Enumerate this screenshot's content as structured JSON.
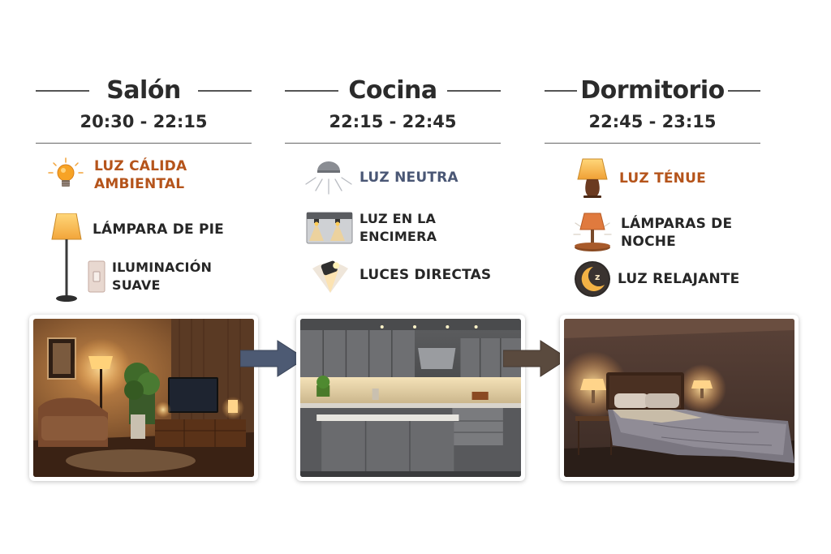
{
  "rooms": [
    {
      "title": "Salón",
      "time": "20:30 - 22:15",
      "items": [
        {
          "label": "LUZ CÁLIDA AMBIENTAL",
          "color": "#b5541b",
          "icon": "bulb-icon"
        },
        {
          "label": "LÁMPARA DE PIE",
          "color": "#262626",
          "icon": "floor-lamp-icon"
        },
        {
          "label": "ILUMINACIÓN SUAVE",
          "color": "#262626",
          "icon": "dimmer-switch-icon"
        }
      ],
      "image": "living-room-image"
    },
    {
      "title": "Cocina",
      "time": "22:15 - 22:45",
      "items": [
        {
          "label": "LUZ NEUTRA",
          "color": "#4a5775",
          "icon": "ceiling-light-icon"
        },
        {
          "label": "LUZ EN LA ENCIMERA",
          "color": "#262626",
          "icon": "under-cabinet-light-icon"
        },
        {
          "label": "LUCES DIRECTAS",
          "color": "#262626",
          "icon": "spotlight-icon"
        }
      ],
      "image": "kitchen-image"
    },
    {
      "title": "Dormitorio",
      "time": "22:45 - 23:15",
      "items": [
        {
          "label": "LUZ TÉNUE",
          "color": "#b5541b",
          "icon": "table-lamp-icon"
        },
        {
          "label": "LÁMPARAS DE NOCHE",
          "color": "#262626",
          "icon": "night-lamp-icon"
        },
        {
          "label": "LUZ RELAJANTE",
          "color": "#262626",
          "icon": "moon-sleep-icon"
        }
      ],
      "image": "bedroom-image"
    }
  ],
  "arrows": [
    {
      "color": "#4d5a73",
      "icon": "arrow-right-icon"
    },
    {
      "color": "#5a4a3e",
      "icon": "arrow-right-icon"
    }
  ]
}
